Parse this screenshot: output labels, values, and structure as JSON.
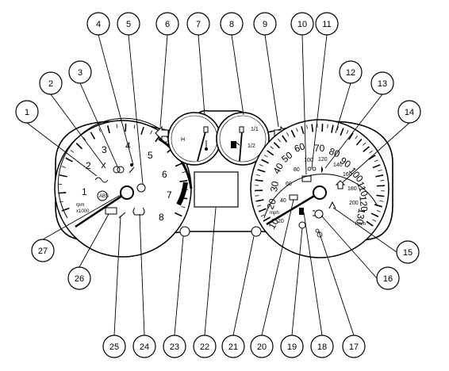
{
  "callouts": [
    "1",
    "2",
    "3",
    "4",
    "5",
    "6",
    "7",
    "8",
    "9",
    "10",
    "11",
    "12",
    "13",
    "14",
    "15",
    "16",
    "17",
    "18",
    "19",
    "20",
    "21",
    "22",
    "23",
    "24",
    "25",
    "26",
    "27"
  ],
  "tachometer": {
    "ticks": [
      "1",
      "2",
      "3",
      "4",
      "5",
      "6",
      "7",
      "8"
    ],
    "unit_label": "rpm",
    "unit_scale": "x1000"
  },
  "temperature_gauge": {
    "high_label": "H"
  },
  "fuel_gauge": {
    "full_label": "1/1",
    "half_label": "1/2"
  },
  "speedometer": {
    "mph_ticks": [
      "10",
      "20",
      "30",
      "40",
      "50",
      "60",
      "70",
      "80",
      "90",
      "100",
      "110",
      "120",
      "130"
    ],
    "kmh_ticks": [
      "20",
      "40",
      "60",
      "80",
      "100",
      "120",
      "140",
      "160",
      "180",
      "200"
    ],
    "unit_label": "mph",
    "secondary_unit": "km/h"
  }
}
